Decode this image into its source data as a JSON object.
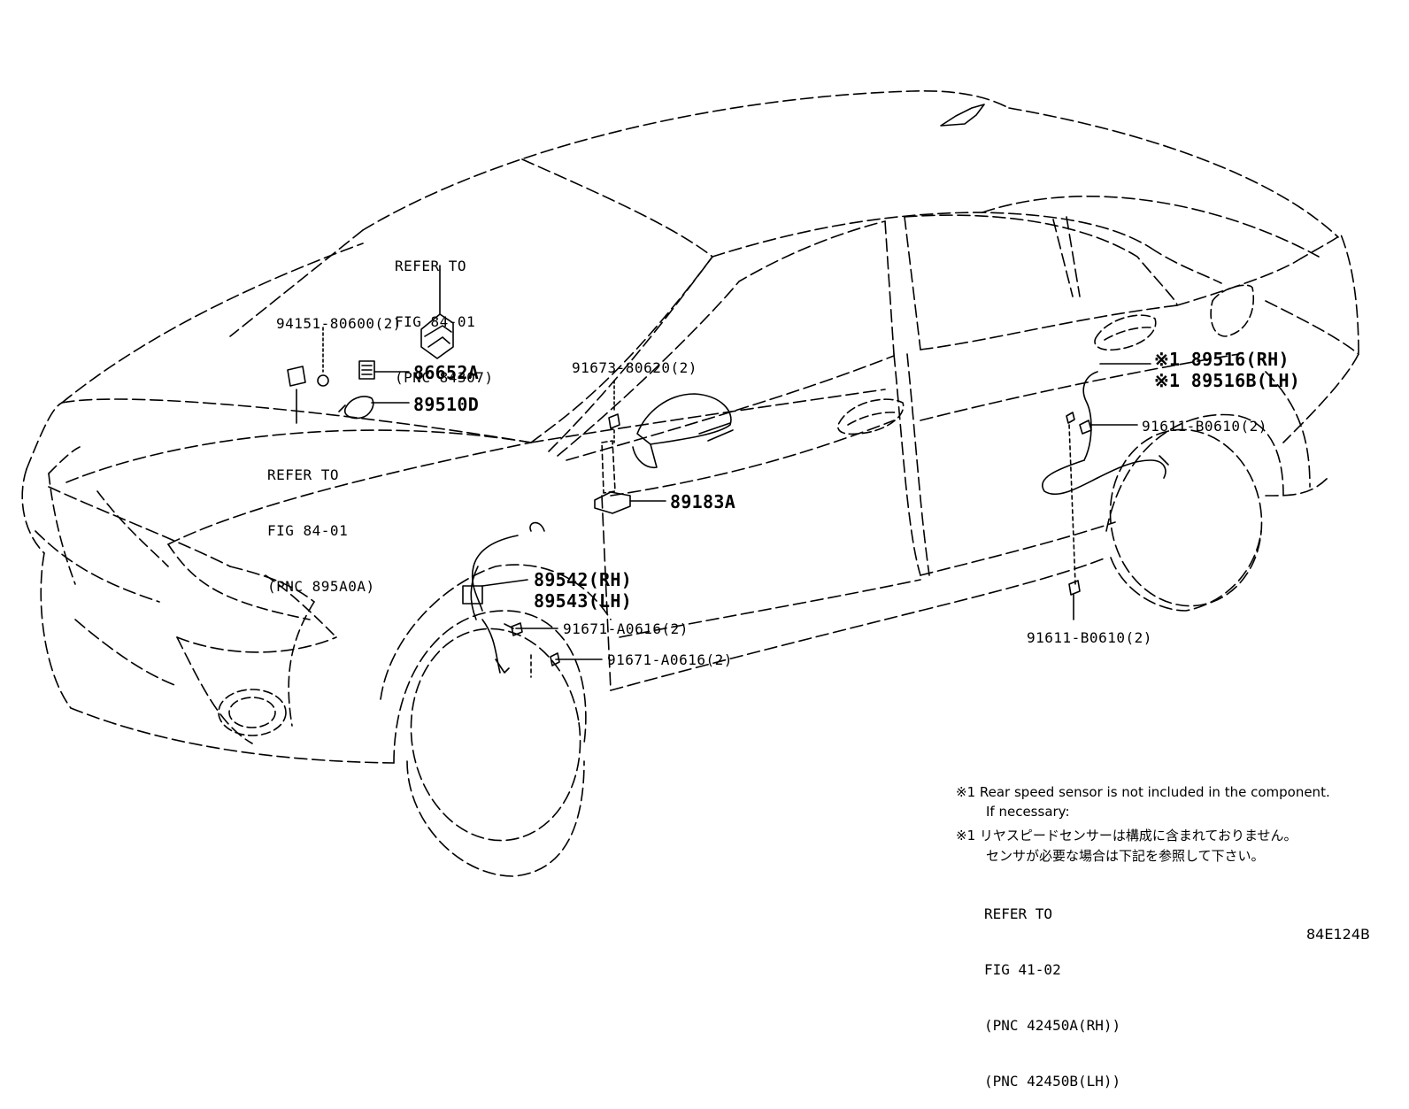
{
  "callouts": {
    "refer_top": [
      "REFER TO",
      "FIG 84-01",
      "(PNC 84307)"
    ],
    "p94151": "94151-80600(2)",
    "p86652A": "86652A",
    "p89510D": "89510D",
    "refer_left": [
      "REFER TO",
      "FIG 84-01",
      "(PNC 895A0A)"
    ],
    "p91673": "91673-80620(2)",
    "p89183A": "89183A",
    "p89542": "89542(RH)",
    "p89543": "89543(LH)",
    "p91671_a": "91671-A0616(2)",
    "p91671_b": "91671-A0616(2)",
    "p89516": "※1 89516(RH)",
    "p89516B": "※1 89516B(LH)",
    "p91611_a": "91611-B0610(2)",
    "p91611_b": "91611-B0610(2)"
  },
  "notes": {
    "en_line1": "※1 Rear speed sensor is not included in the component.",
    "en_line2": "If necessary:",
    "jp_line1": "※1 リヤスピードセンサーは構成に含まれておりません。",
    "jp_line2": "センサが必要な場合は下記を参照して下さい。",
    "refer": [
      "REFER TO",
      "FIG 41-02",
      "(PNC 42450A(RH))",
      "(PNC 42450B(LH))"
    ]
  },
  "figure_id": "84E124B"
}
